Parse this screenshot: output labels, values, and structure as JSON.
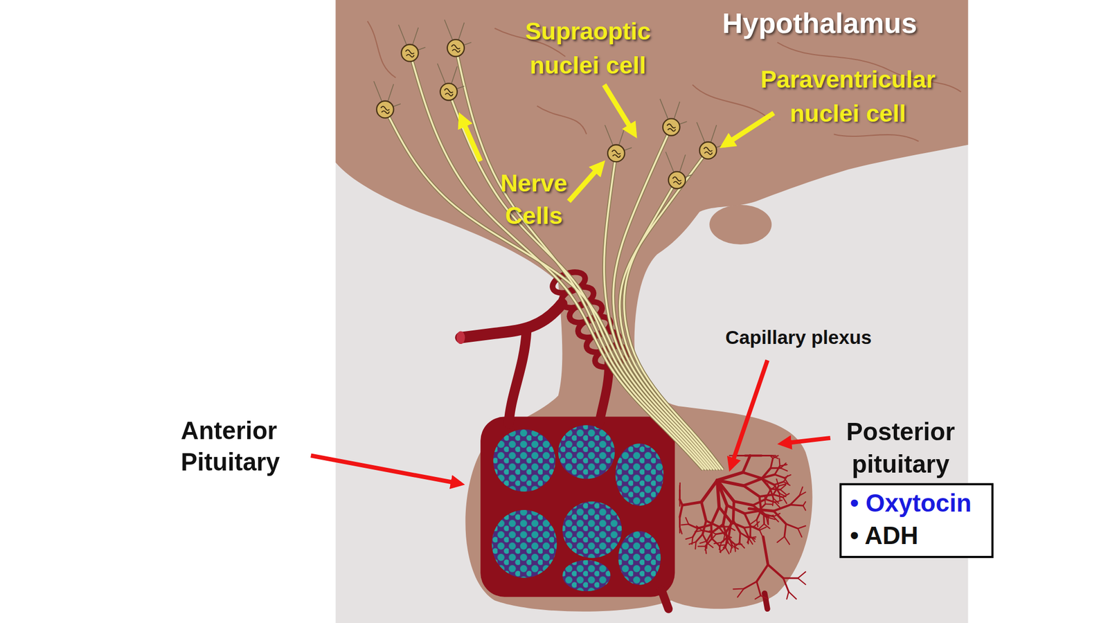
{
  "diagram": {
    "nodes": [
      {
        "text": [
          "• Oxytocin",
          "• ADH"
        ]
      }
    ],
    "labels": [
      "Supraoptic nuclei cell",
      "Hypothalamus",
      "Paraventricular nuclei cell",
      "Nerve Cells",
      "Capillary plexus",
      "Anterior Pituitary",
      "Posterior pituitary"
    ]
  }
}
